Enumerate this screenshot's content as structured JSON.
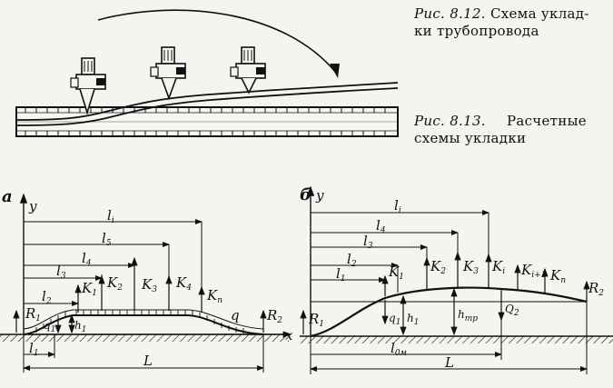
{
  "fig812": {
    "prefix": "Рис. 8.12.",
    "line1": "Схема уклад-",
    "line2": "ки трубопровода"
  },
  "fig813": {
    "prefix": "Рис. 8.13.",
    "line1": "Расчетные",
    "line2": "схемы укладки"
  },
  "scheme_a": {
    "panel_label": "а",
    "y_axis": "y",
    "x_axis": "x",
    "spans": [
      "l_i",
      "l_5",
      "l_4",
      "l_3",
      "l_2",
      "l_1"
    ],
    "forces": [
      "K1",
      "K2",
      "K3",
      "K4",
      "Kп"
    ],
    "reactions": [
      "R1",
      "R2"
    ],
    "load": "q1",
    "distributed": "q",
    "height": "h1",
    "length": "L"
  },
  "scheme_b": {
    "panel_label": "б",
    "y_axis": "y",
    "spans": [
      "l_i",
      "l_4",
      "l_3",
      "l_2",
      "l_1"
    ],
    "forces": [
      "K1",
      "K2",
      "K3",
      "Ki",
      "Ki+1",
      "Kп"
    ],
    "reactions": [
      "R1",
      "R2"
    ],
    "loads": [
      "q1",
      "Q2"
    ],
    "heights": [
      "h1",
      "hтр"
    ],
    "l_om": "l_0м",
    "length": "L"
  }
}
